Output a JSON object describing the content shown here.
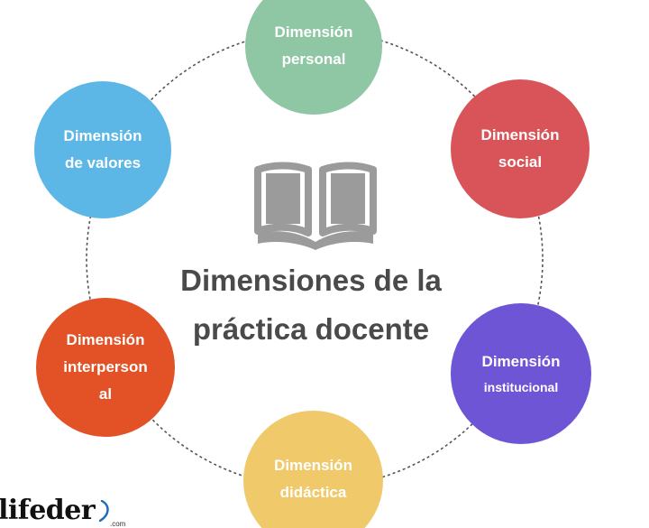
{
  "diagram": {
    "title_lines": [
      "Dimensiones de la",
      "práctica docente"
    ],
    "nodes": [
      {
        "id": "personal",
        "lines": [
          "Dimensión",
          "personal"
        ],
        "color": "#8fc6a4"
      },
      {
        "id": "social",
        "lines": [
          "Dimensión",
          "social"
        ],
        "color": "#d95459"
      },
      {
        "id": "institucional",
        "lines": [
          "Dimensión",
          "institucional"
        ],
        "color": "#6e55d6"
      },
      {
        "id": "didactica",
        "lines": [
          "Dimensión",
          "didáctica"
        ],
        "color": "#efc96a"
      },
      {
        "id": "interpersonal",
        "lines": [
          "Dimensión",
          "interperson",
          "al"
        ],
        "color": "#e25226"
      },
      {
        "id": "valores",
        "lines": [
          "Dimensión",
          "de valores"
        ],
        "color": "#5cb7e6"
      }
    ],
    "ring_color": "#555555",
    "book_icon": "open-book-icon",
    "book_color": "#9b9b9b"
  },
  "brand": {
    "name": "lifeder",
    "domain": ".com"
  }
}
